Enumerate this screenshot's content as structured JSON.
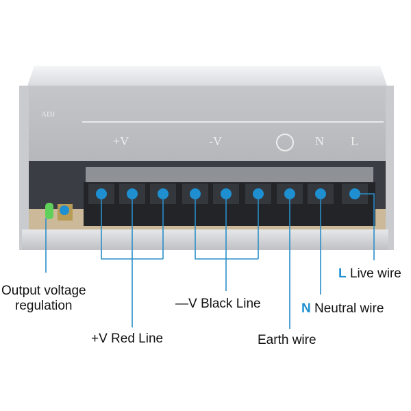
{
  "device": {
    "panel_marks": [
      "ADJ",
      "+V",
      "-V",
      "N",
      "L"
    ]
  },
  "labels": {
    "output_voltage": [
      "Output voltage",
      "regulation"
    ],
    "plus_v": "+V Red Line",
    "minus_v": "—V Black Line",
    "earth": "Earth wire",
    "neutral_key": "N",
    "neutral": "Neutral wire",
    "live_key": "L",
    "live": "Live wire"
  },
  "colors": {
    "accent": "#2a8ec8",
    "key": "#1e8fd0"
  }
}
